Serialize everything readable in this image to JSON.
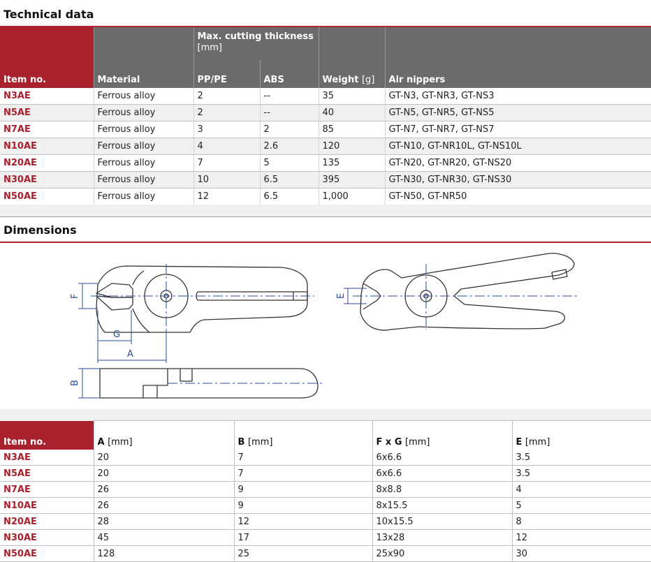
{
  "technical": {
    "title": "Technical data",
    "headers": {
      "item": "Item no.",
      "material": "Material",
      "thickness": "Max. cutting thickness",
      "thickness_unit": "[mm]",
      "pp": "PP/PE",
      "abs": "ABS",
      "weight": "Weight",
      "weight_unit": "[g]",
      "nippers": "Air nippers"
    },
    "rows": [
      {
        "item": "N3AE",
        "material": "Ferrous alloy",
        "pp": "2",
        "abs": "--",
        "weight": "35",
        "nippers": "GT-N3, GT-NR3, GT-NS3"
      },
      {
        "item": "N5AE",
        "material": "Ferrous alloy",
        "pp": "2",
        "abs": "--",
        "weight": "40",
        "nippers": "GT-N5, GT-NR5, GT-NS5"
      },
      {
        "item": "N7AE",
        "material": "Ferrous alloy",
        "pp": "3",
        "abs": "2",
        "weight": "85",
        "nippers": "GT-N7, GT-NR7, GT-NS7"
      },
      {
        "item": "N10AE",
        "material": "Ferrous alloy",
        "pp": "4",
        "abs": "2.6",
        "weight": "120",
        "nippers": "GT-N10, GT-NR10L, GT-NS10L"
      },
      {
        "item": "N20AE",
        "material": "Ferrous alloy",
        "pp": "7",
        "abs": "5",
        "weight": "135",
        "nippers": "GT-N20, GT-NR20, GT-NS20"
      },
      {
        "item": "N30AE",
        "material": "Ferrous alloy",
        "pp": "10",
        "abs": "6.5",
        "weight": "395",
        "nippers": "GT-N30, GT-NR30, GT-NS30"
      },
      {
        "item": "N50AE",
        "material": "Ferrous alloy",
        "pp": "12",
        "abs": "6.5",
        "weight": "1,000",
        "nippers": "GT-N50, GT-NR50"
      }
    ]
  },
  "dimensions": {
    "title": "Dimensions",
    "drawing_labels": {
      "f": "F",
      "g": "G",
      "a": "A",
      "e": "E",
      "b": "B"
    },
    "headers": {
      "item": "Item no.",
      "a": "A",
      "a_unit": "[mm]",
      "b": "B",
      "b_unit": "[mm]",
      "fg": "F x G",
      "fg_unit": "[mm]",
      "e": "E",
      "e_unit": "[mm]"
    },
    "rows": [
      {
        "item": "N3AE",
        "a": "20",
        "b": "7",
        "fg": "6x6.6",
        "e": "3.5"
      },
      {
        "item": "N5AE",
        "a": "20",
        "b": "7",
        "fg": "6x6.6",
        "e": "3.5"
      },
      {
        "item": "N7AE",
        "a": "26",
        "b": "9",
        "fg": "8x8.8",
        "e": "4"
      },
      {
        "item": "N10AE",
        "a": "26",
        "b": "9",
        "fg": "8x15.5",
        "e": "5"
      },
      {
        "item": "N20AE",
        "a": "28",
        "b": "12",
        "fg": "10x15.5",
        "e": "8"
      },
      {
        "item": "N30AE",
        "a": "45",
        "b": "17",
        "fg": "13x28",
        "e": "12"
      },
      {
        "item": "N50AE",
        "a": "128",
        "b": "25",
        "fg": "25x90",
        "e": "30"
      }
    ]
  },
  "colors": {
    "accent": "#a8212c",
    "header_gray": "#6b6b6b",
    "dimension_blue": "#2a4a9a"
  }
}
